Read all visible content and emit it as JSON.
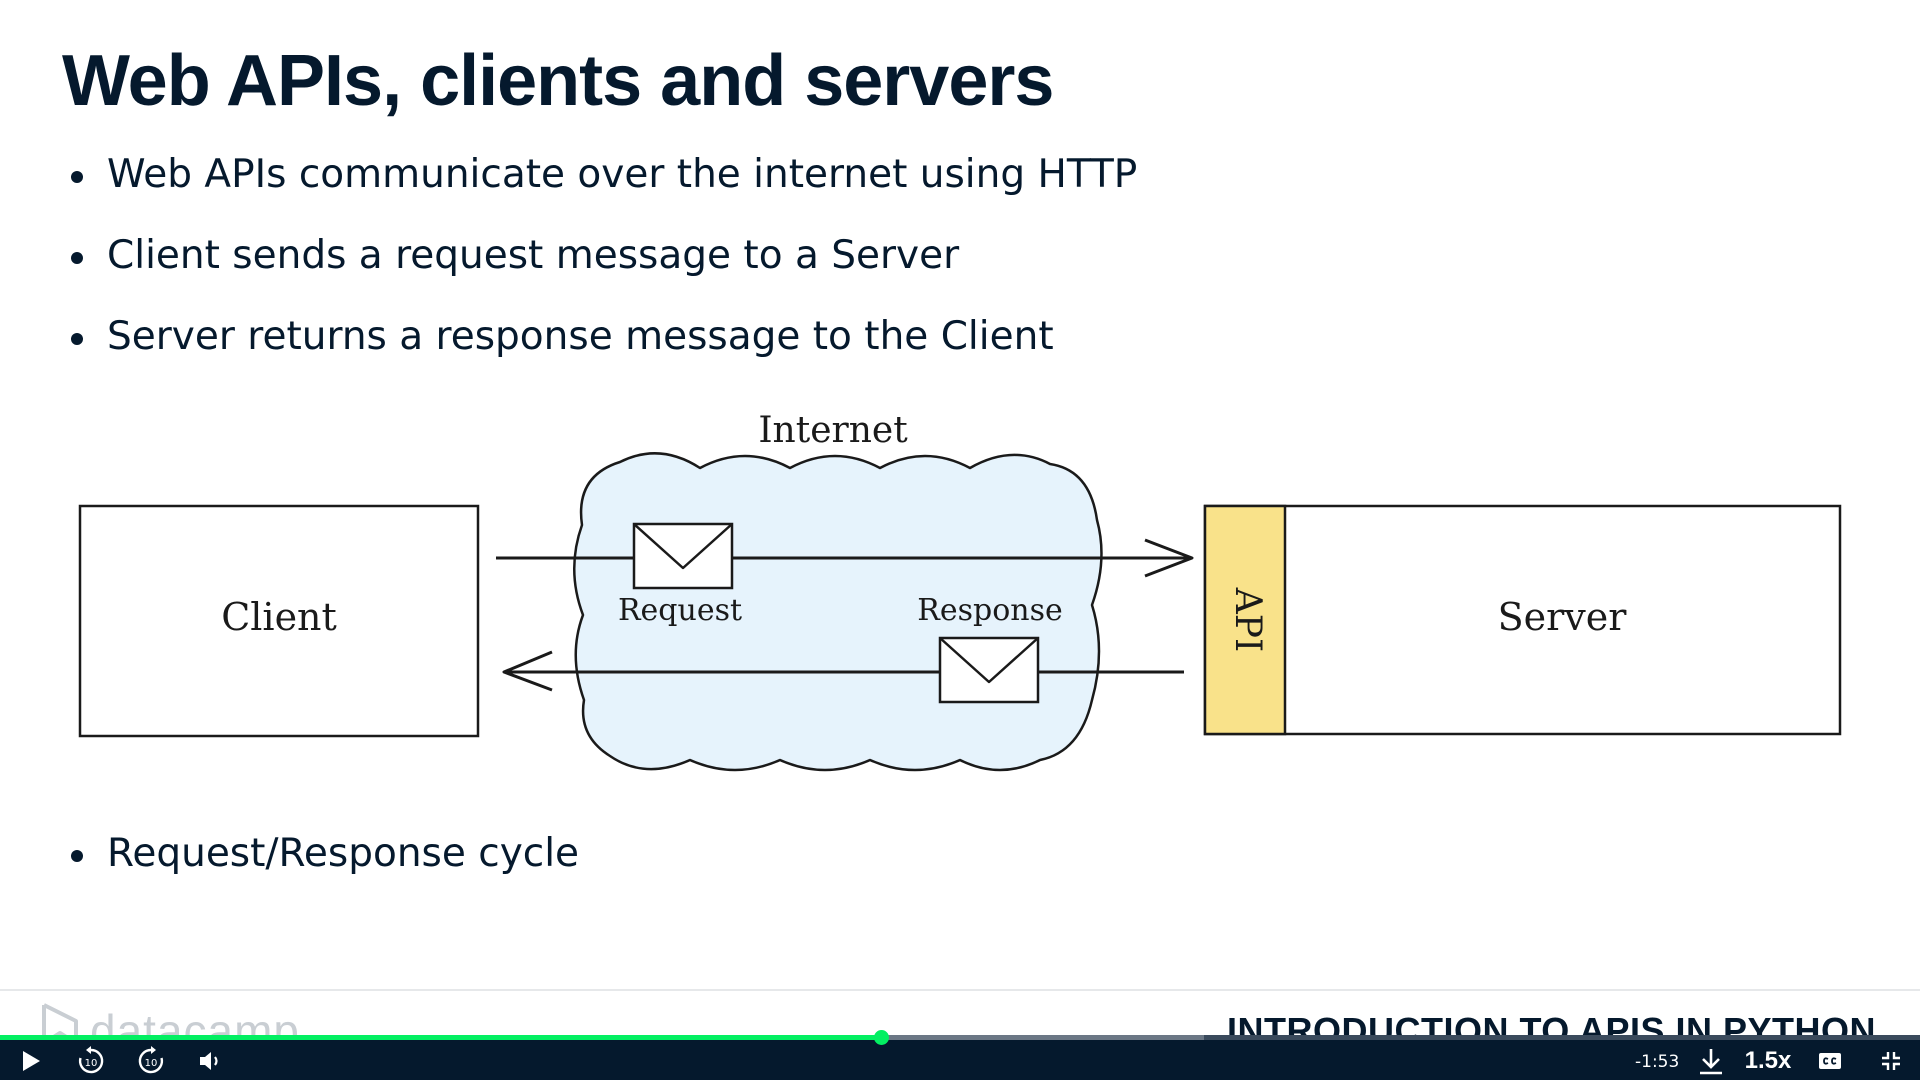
{
  "slide": {
    "title": "Web APIs, clients and servers",
    "bullets_top": [
      "Web APIs communicate over the internet using HTTP",
      "Client sends a request message to a Server",
      "Server returns a response message to the Client"
    ],
    "bullets_bottom": [
      "Request/Response cycle"
    ]
  },
  "diagram": {
    "client_label": "Client",
    "server_label": "Server",
    "api_label": "API",
    "internet_label": "Internet",
    "request_label": "Request",
    "response_label": "Response",
    "colors": {
      "cloud_fill": "#e6f3fc",
      "api_fill": "#f9e28a",
      "stroke": "#1a1a1a"
    }
  },
  "footer": {
    "brand": "datacamp",
    "course_title": "INTRODUCTION TO APIS IN PYTHON"
  },
  "player": {
    "time_remaining": "-1:53",
    "speed": "1.5x",
    "progress_played": 0.459,
    "progress_buffered": 0.627,
    "colors": {
      "bar_bg": "#05192d",
      "accent": "#03ef62"
    },
    "icons": [
      "play-icon",
      "rewind-10-icon",
      "forward-10-icon",
      "volume-icon",
      "download-icon",
      "captions-icon",
      "exit-fullscreen-icon"
    ]
  }
}
